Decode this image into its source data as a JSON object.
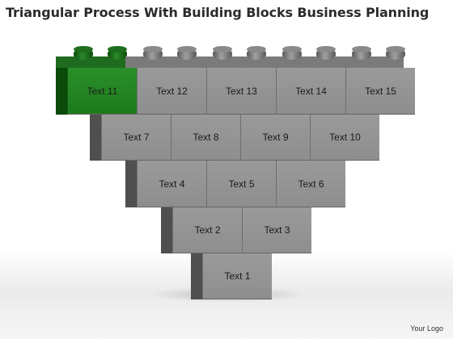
{
  "title": "Triangular Process With Building Blocks Business Planning",
  "logo": "Your Logo",
  "colors": {
    "brick_face": "#8e8e8e",
    "brick_side": "#4f4f4f",
    "brick_top": "#7a7a7a",
    "highlight_face": "#1d7a1d",
    "highlight_side": "#0b4a0b",
    "highlight_top": "#1f6b1f"
  },
  "highlighted_block": "Text 11",
  "rows": [
    {
      "blocks": [
        "Text 11",
        "Text 12",
        "Text 13",
        "Text 14",
        "Text 15"
      ]
    },
    {
      "blocks": [
        "Text 7",
        "Text 8",
        "Text 9",
        "Text 10"
      ]
    },
    {
      "blocks": [
        "Text 4",
        "Text 5",
        "Text 6"
      ]
    },
    {
      "blocks": [
        "Text 2",
        "Text 3"
      ]
    },
    {
      "blocks": [
        "Text 1"
      ]
    }
  ]
}
